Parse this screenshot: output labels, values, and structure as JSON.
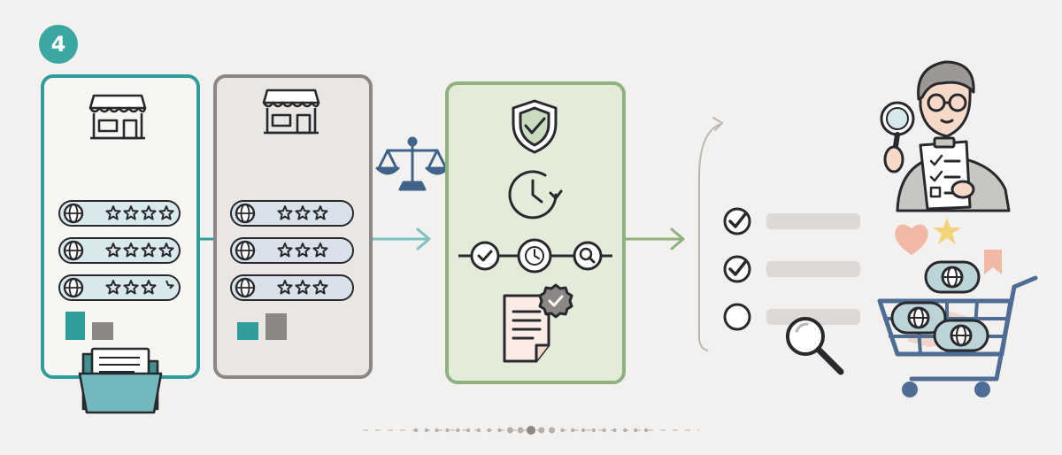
{
  "step": {
    "number": "4"
  },
  "colors": {
    "teal": "#2f9d9a",
    "gray": "#8a8784",
    "green": "#8fb17f",
    "navy": "#3f6389",
    "ink": "#28292d"
  },
  "icons": [
    "storefront-icon",
    "folder-icon",
    "balance-scale-icon",
    "shield-check-icon",
    "clock-refresh-icon",
    "check-icon",
    "clock-icon",
    "search-icon",
    "certified-document-icon",
    "checklist-icon",
    "magnifier-icon",
    "shopping-cart-icon",
    "heart-icon",
    "star-icon",
    "bookmark-icon",
    "reviewer-person-icon",
    "globe-icon",
    "sparkle-icon"
  ],
  "panels": {
    "source_a": {
      "ratings": [
        4,
        4,
        3.5
      ],
      "bars": [
        {
          "level": 0.6,
          "color": "#2f9d9a"
        },
        {
          "level": 0.4,
          "color": "#8a8784"
        }
      ]
    },
    "source_b": {
      "ratings": [
        3,
        3,
        3
      ],
      "bars": [
        {
          "level": 0.4,
          "color": "#2f9d9a"
        },
        {
          "level": 0.6,
          "color": "#8a8784"
        }
      ]
    }
  },
  "checklist": {
    "items": [
      {
        "checked": true
      },
      {
        "checked": true
      },
      {
        "checked": false
      }
    ]
  },
  "progress_dots": {
    "count": 23,
    "active_index": 11
  }
}
